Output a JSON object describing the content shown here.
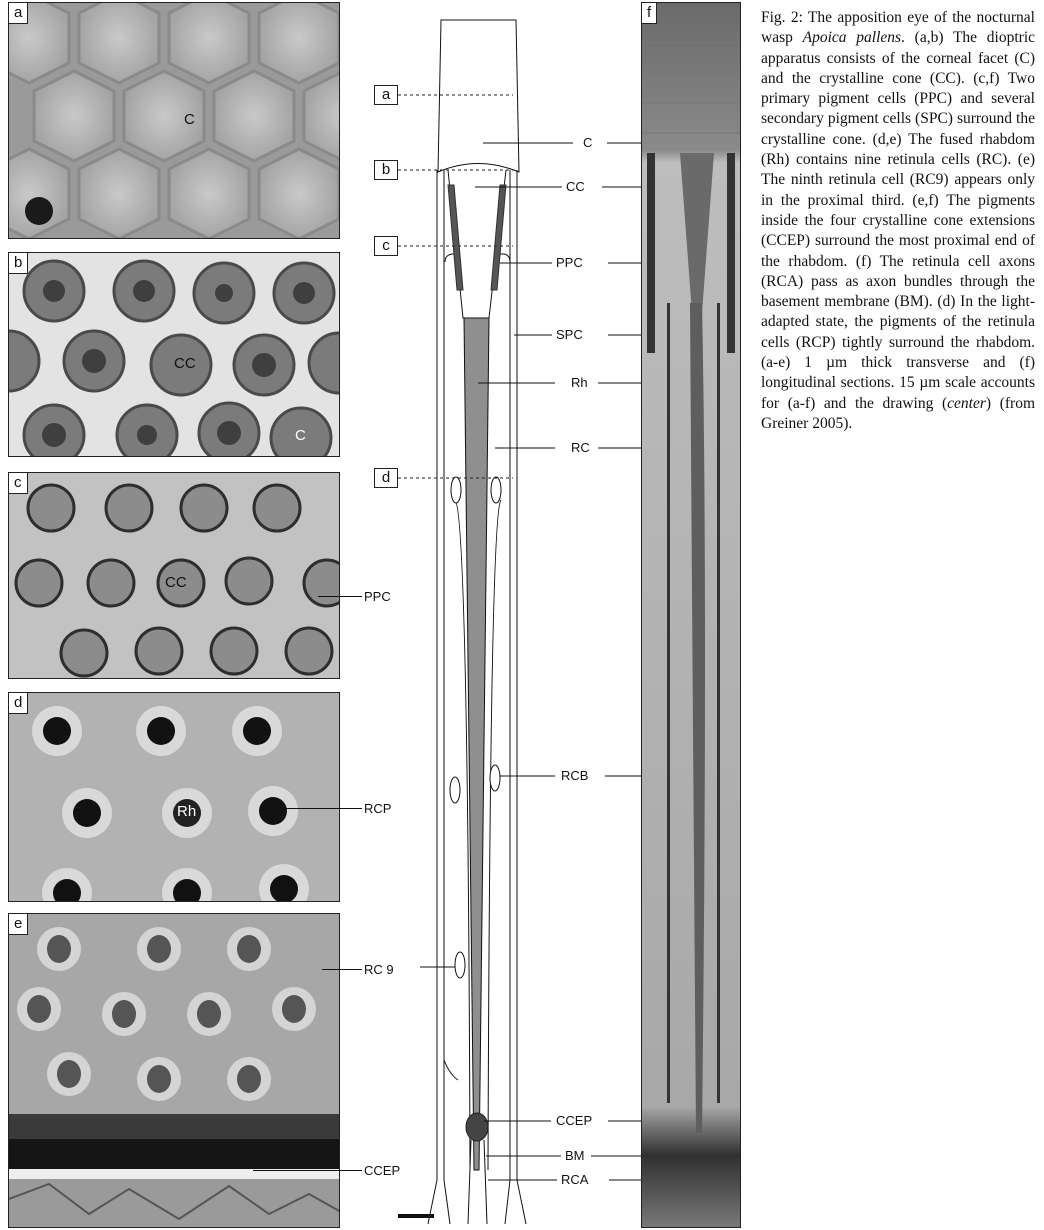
{
  "panels": {
    "a": {
      "label": "a",
      "inner": [
        "C"
      ]
    },
    "b": {
      "label": "b",
      "inner": [
        "CC",
        "C"
      ]
    },
    "c": {
      "label": "c",
      "inner": [
        "CC"
      ],
      "callout": "PPC"
    },
    "d": {
      "label": "d",
      "inner": [
        "Rh"
      ],
      "callout": "RCP"
    },
    "e": {
      "label": "e",
      "callout_top": "RC 9",
      "callout_bottom": "CCEP"
    },
    "f": {
      "label": "f"
    }
  },
  "diagram": {
    "section_markers": [
      "a",
      "b",
      "c",
      "d"
    ],
    "labels": [
      "C",
      "CC",
      "PPC",
      "SPC",
      "Rh",
      "RC",
      "RCB",
      "CCEP",
      "BM",
      "RCA"
    ]
  },
  "caption": {
    "parts": [
      "Fig. 2: The apposition eye of the nocturnal wasp ",
      "Apoica pallens",
      ". (a,b) The dioptric apparatus consists of the corneal facet (C) and the crystalline cone (CC). (c,f) Two primary pigment cells (PPC) and several secondary pigment cells (SPC) surround the crystalline cone. (d,e) The fused rhabdom (Rh) contains nine retinula cells (RC). (e) The ninth retinula cell (RC9) appears only in the proximal third. (e,f) The pigments inside the four crystalline cone extensions (CCEP) surround the most proximal end of the rhabdom. (f) The retinula cell axons (RCA) pass as axon bundles through the basement membrane (BM). (d) In the light-adapted state, the pigments of the retinula cells (RCP) tightly surround the rhabdom. (a-e) 1 µm thick transverse and (f) longitudinal sections. 15 µm scale accounts for (a-f) and the drawing (",
      "center",
      ") (from Greiner 2005)."
    ]
  },
  "colors": {
    "rhabdom": "#8f8f8f",
    "ink": "#111111"
  }
}
